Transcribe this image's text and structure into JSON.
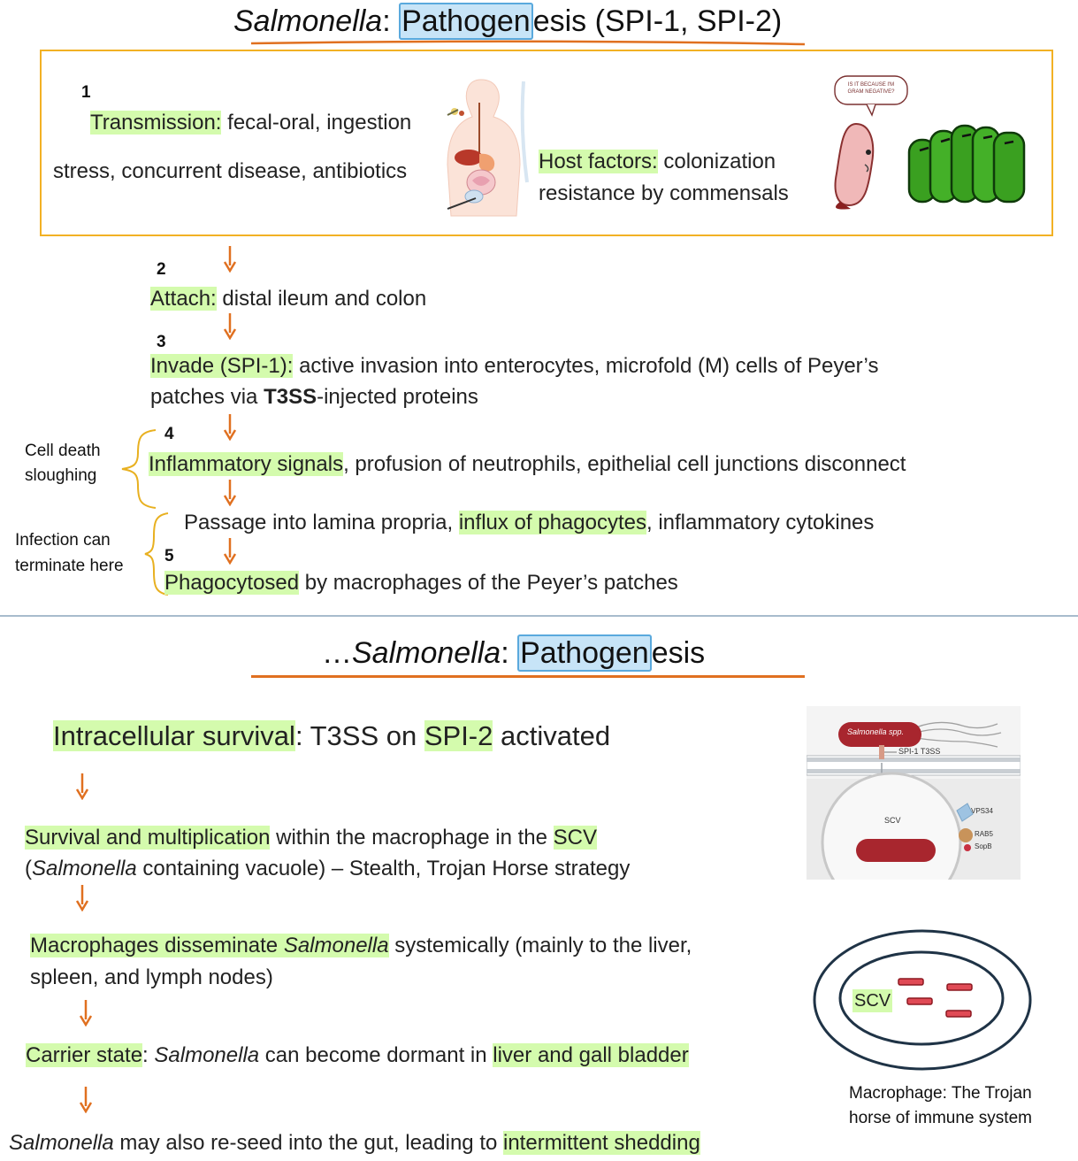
{
  "slide1": {
    "title_italic": "Salmonella",
    "title_colon": ": ",
    "title_boxed": "Pathogen",
    "title_rest": "esis (SPI-1, SPI-2)",
    "step1_num": "1",
    "transmission_label": "Transmission:",
    "transmission_text": " fecal-oral, ingestion",
    "stress_text": "stress, concurrent disease, antibiotics",
    "host_label": "Host factors:",
    "host_text1": " colonization",
    "host_text2": "resistance by commensals",
    "cartoon_bubble": "IS IT BECAUSE I'M GRAM NEGATIVE?",
    "step2_num": "2",
    "attach_label": "Attach:",
    "attach_text": " distal ileum and colon",
    "step3_num": "3",
    "invade_label": "Invade (SPI-1):",
    "invade_text1": " active invasion into enterocytes, microfold (M) cells of Peyer’s",
    "invade_text2a": "patches via ",
    "invade_text2b": "T3SS",
    "invade_text2c": "-injected  proteins",
    "step4_num": "4",
    "cell_death_1": "Cell death",
    "cell_death_2": "sloughing",
    "inflam_label": "Inflammatory signals",
    "inflam_text": ", profusion of neutrophils, epithelial cell junctions disconnect",
    "passage_text1": "Passage into lamina propria, ",
    "passage_hl": "influx of phagocytes",
    "passage_text2": ", inflammatory cytokines",
    "infection_1": "Infection can",
    "infection_2": "terminate here",
    "step5_num": "5",
    "phago_label": "Phagocytosed",
    "phago_text": " by macrophages of the Peyer’s patches"
  },
  "slide2": {
    "title_pre": "…",
    "title_italic": "Salmonella",
    "title_colon": ": ",
    "title_boxed": "Pathogen",
    "title_rest": "esis",
    "intra_label": "Intracellular survival",
    "intra_text1": ": T3SS on ",
    "intra_hl2": "SPI-2",
    "intra_text2": " activated",
    "survival_label": "Survival and multiplication",
    "survival_text": " within the macrophage in the ",
    "survival_hl2": "SCV",
    "survival_line2a": "(",
    "survival_line2b": "Salmonella",
    "survival_line2c": " containing vacuole) – Stealth, Trojan Horse strategy",
    "macro_label_a": "Macrophages disseminate ",
    "macro_label_b": "Salmonella",
    "macro_text": " systemically (mainly to the liver,",
    "macro_line2": "spleen, and lymph nodes)",
    "carrier_label": "Carrier state",
    "carrier_text1": ": ",
    "carrier_italic": "Salmonella",
    "carrier_text2": " can become dormant in ",
    "carrier_hl2": "liver and gall bladder",
    "reseed_italic": "Salmonella",
    "reseed_text": " may also re-seed into the gut, leading to ",
    "reseed_hl": "intermittent shedding",
    "diagram_bacterium": "Salmonella spp.",
    "diagram_t3ss": "SPI-1 T3SS",
    "diagram_scv": "SCV",
    "diagram_vps34": "VPS34",
    "diagram_rab5": "RAB5",
    "diagram_sopb": "SopB",
    "macro_diagram_scv": "SCV",
    "caption1": "Macrophage: The Trojan",
    "caption2": "horse of immune system"
  },
  "colors": {
    "highlight_green": "#d4fbad",
    "highlight_blue": "#c7e4f7",
    "arrow_orange": "#e07020",
    "frame_orange": "#f2b124",
    "divider": "#a8bccd"
  }
}
